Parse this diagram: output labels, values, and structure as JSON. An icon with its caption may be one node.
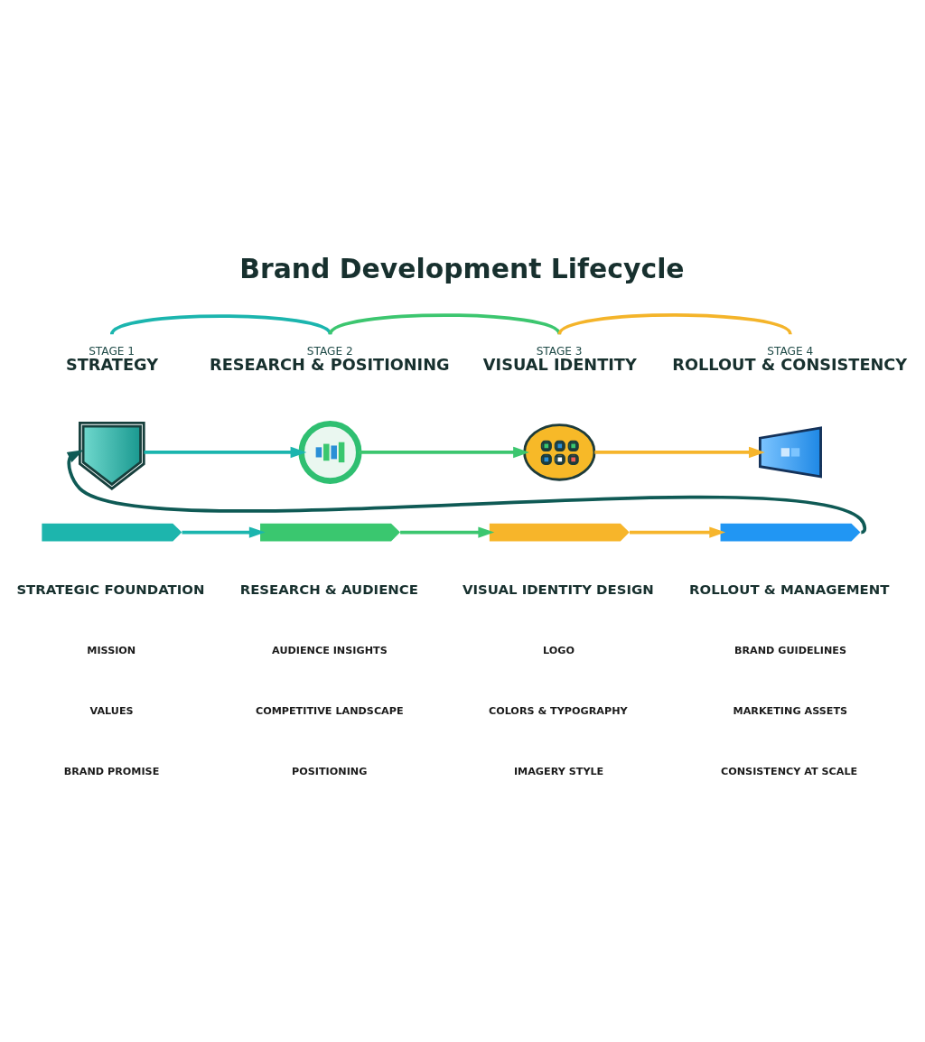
{
  "diagram": {
    "title": "Brand Development Lifecycle",
    "nodes": [
      {
        "text": [
          "STAGE 1",
          "STRATEGY"
        ]
      },
      {
        "text": [
          "STAGE 2",
          "RESEARCH & POSITIONING"
        ]
      },
      {
        "text": [
          "STAGE 3",
          "VISUAL IDENTITY"
        ]
      },
      {
        "text": [
          "STAGE 4",
          "ROLLOUT & CONSISTENCY"
        ]
      },
      {
        "text": [],
        "shape": "picture"
      },
      {
        "text": [],
        "shape": "picture"
      },
      {
        "text": [],
        "shape": "picture"
      },
      {
        "text": [],
        "shape": "picture"
      },
      {
        "text": [],
        "shape": "bar"
      },
      {
        "text": [],
        "shape": "bar"
      },
      {
        "text": [],
        "shape": "bar"
      },
      {
        "text": [],
        "shape": "bar"
      }
    ],
    "edges": [
      {
        "from": 0,
        "to": 1,
        "arrow": "none",
        "color": "#1bb5ae"
      },
      {
        "from": 1,
        "to": 2,
        "arrow": "none",
        "color": "#3cc66f"
      },
      {
        "from": 2,
        "to": 3,
        "arrow": "none",
        "color": "#f4b42a"
      },
      {
        "from": 4,
        "to": 5,
        "arrow": "to",
        "color": "#1bb5ae"
      },
      {
        "from": 5,
        "to": 6,
        "arrow": "to",
        "color": "#3cc66f"
      },
      {
        "from": 6,
        "to": 7,
        "arrow": "to",
        "color": "#f6b52c"
      },
      {
        "from": 8,
        "to": 9,
        "arrow": "to",
        "color": "#1bb5ae"
      },
      {
        "from": 9,
        "to": 10,
        "arrow": "to",
        "color": "#3cc66f"
      },
      {
        "from": 10,
        "to": 11,
        "arrow": "to",
        "color": "#f6b52c"
      },
      {
        "from": 11,
        "to": 4,
        "arrow": "to",
        "color": "#0f5a55"
      }
    ],
    "labels": [
      "STRATEGIC FOUNDATION",
      "MISSION",
      "VALUES",
      "BRAND PROMISE",
      "RESEARCH & AUDIENCE",
      "AUDIENCE INSIGHTS",
      "COMPETITIVE LANDSCAPE",
      "POSITIONING",
      "VISUAL IDENTITY DESIGN",
      "LOGO",
      "COLORS & TYPOGRAPHY",
      "IMAGERY STYLE",
      "ROLLOUT & MANAGEMENT",
      "BRAND GUIDELINES",
      "MARKETING ASSETS",
      "CONSISTENCY AT SCALE"
    ]
  }
}
